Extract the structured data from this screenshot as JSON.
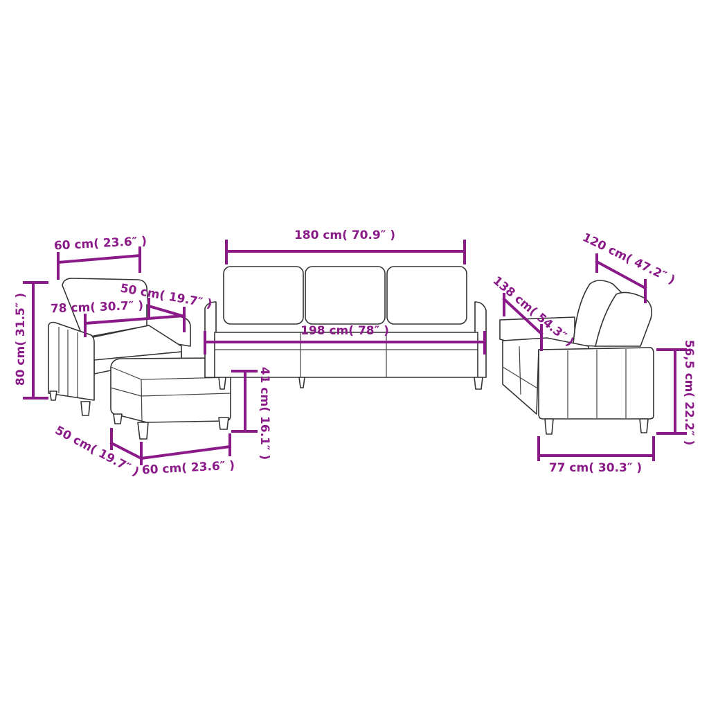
{
  "colors": {
    "dimension": "#8b1a89",
    "outline": "#333333",
    "background": "#ffffff"
  },
  "armchair": {
    "width": "60 cm( 23.6″ )",
    "seat_depth": "50 cm( 19.7″ )",
    "depth": "78 cm( 30.7″ )",
    "height": "80 cm( 31.5″ )"
  },
  "footstool": {
    "height": "41 cm( 16.1″ )",
    "depth": "50 cm( 19.7″ )",
    "width": "60 cm( 23.6″ )"
  },
  "sofa": {
    "seat_width": "180 cm( 70.9″ )",
    "total_width": "198 cm( 78″ )"
  },
  "loveseat": {
    "seat_width": "120 cm( 47.2″ )",
    "total_width": "138 cm( 54.3″ )",
    "seat_height": "56,5 cm( 22.2″ )",
    "depth": "77 cm( 30.3″ )"
  }
}
